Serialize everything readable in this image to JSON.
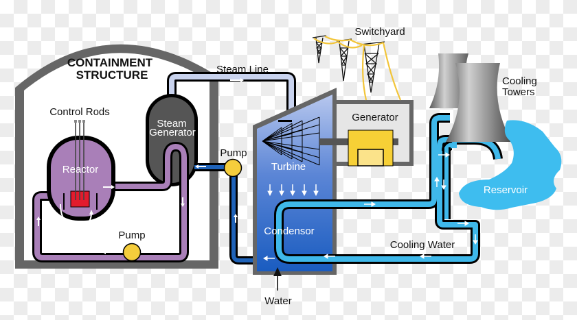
{
  "title": "Pressurized Water Reactor Nuclear Power Plant",
  "labels": {
    "containment_line1": "CONTAINMENT",
    "containment_line2": "STRUCTURE",
    "control_rods": "Control Rods",
    "reactor": "Reactor",
    "steam_generator_line1": "Steam",
    "steam_generator_line2": "Generator",
    "steam_line": "Steam Line",
    "pump_primary": "Pump",
    "pump_secondary": "Pump",
    "switchyard": "Switchyard",
    "generator": "Generator",
    "turbine": "Turbine",
    "condensor": "Condensor",
    "cooling_towers_line1": "Cooling",
    "cooling_towers_line2": "Towers",
    "reservoir": "Reservoir",
    "cooling_water": "Cooling Water",
    "water": "Water"
  },
  "colors": {
    "containment": "#666666",
    "primary_loop": "#a97fb8",
    "steam_line": "#c9d3ee",
    "feedwater": "#1f63b9",
    "cooling_water": "#3fb8ea",
    "reactor_core": "#e21b2d",
    "pump": "#f5cd3c",
    "generator": "#f7d036",
    "turbine_top": "#a9bde8",
    "turbine_bottom": "#1e62c0",
    "steam_generator": "#555555",
    "reservoir": "#3ebdef"
  }
}
